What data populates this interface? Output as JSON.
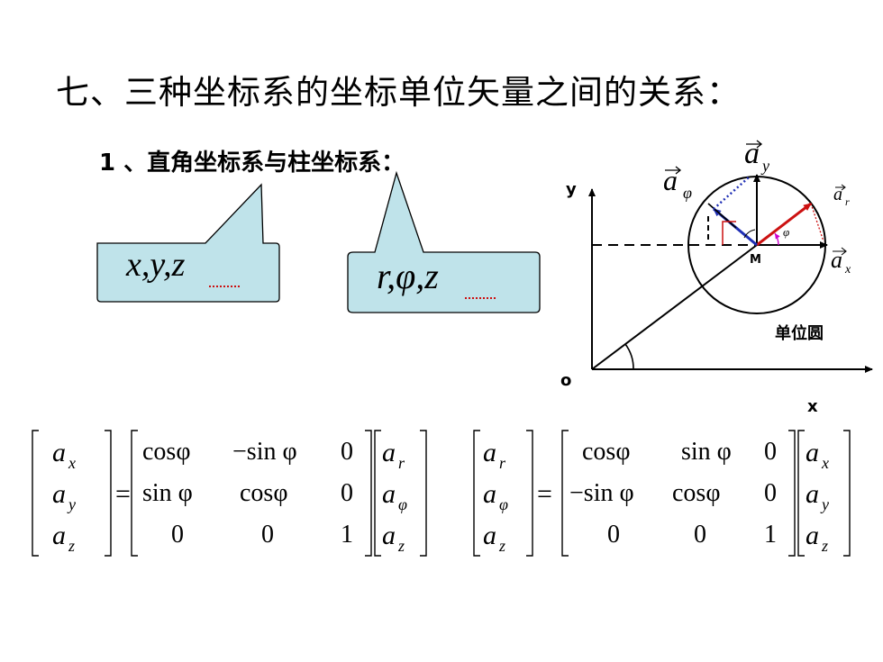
{
  "slide": {
    "title": "七、三种坐标系的坐标单位矢量之间的关系：",
    "subtitle": "1 、直角坐标系与柱坐标系："
  },
  "callouts": {
    "cartesian": "x,y,z",
    "cylindrical": "r,φ,z"
  },
  "diagram": {
    "axis_y": "y",
    "axis_x": "x",
    "origin": "o",
    "point": "M",
    "unit_circle": "单位圆",
    "phi": "φ",
    "vec_a": "a",
    "sub_y": "y",
    "sub_phi": "φ",
    "sub_r": "r",
    "sub_x": "x",
    "colors": {
      "callout_fill": "#bfe3ea",
      "blue": "#1f2fb5",
      "red": "#cc1111",
      "magenta": "#cc00cc"
    }
  },
  "matrix1": {
    "lhs": [
      "a",
      "a",
      "a"
    ],
    "lhs_sub": [
      "x",
      "y",
      "z"
    ],
    "eq": "=",
    "rows": [
      [
        "cosφ",
        "−sin φ",
        "0"
      ],
      [
        "sin φ",
        "cosφ",
        "0"
      ],
      [
        "0",
        "0",
        "1"
      ]
    ],
    "rhs": [
      "a",
      "a",
      "a"
    ],
    "rhs_sub": [
      "r",
      "φ",
      "z"
    ]
  },
  "matrix2": {
    "lhs": [
      "a",
      "a",
      "a"
    ],
    "lhs_sub": [
      "r",
      "φ",
      "z"
    ],
    "eq": "=",
    "rows": [
      [
        "cosφ",
        "sin φ",
        "0"
      ],
      [
        "−sin φ",
        "cosφ",
        "0"
      ],
      [
        "0",
        "0",
        "1"
      ]
    ],
    "rhs": [
      "a",
      "a",
      "a"
    ],
    "rhs_sub": [
      "x",
      "y",
      "z"
    ]
  }
}
